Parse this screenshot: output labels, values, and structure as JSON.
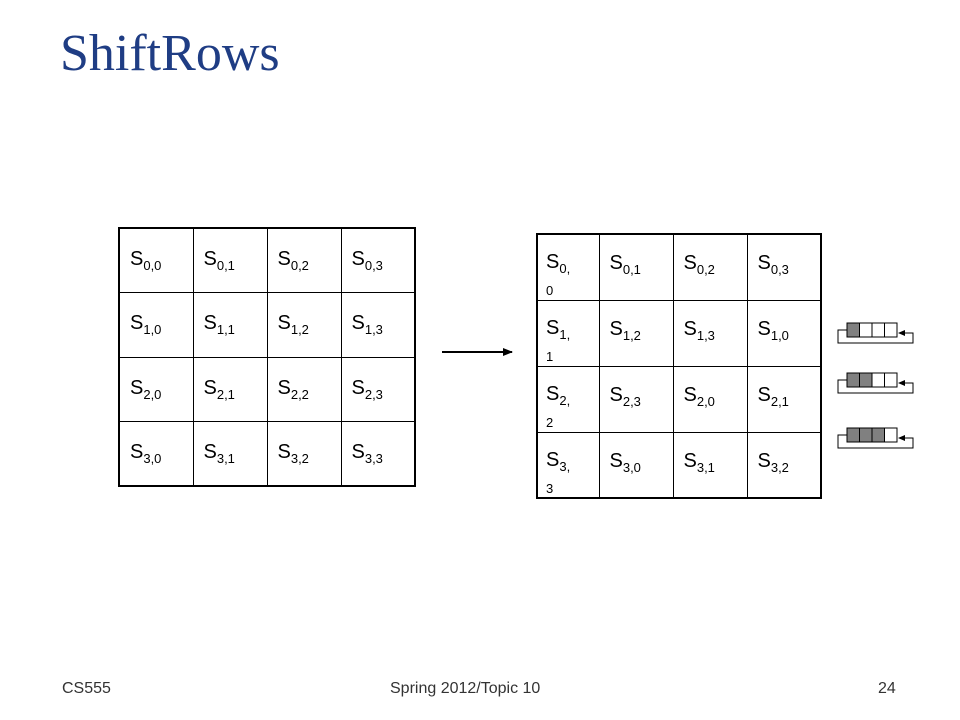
{
  "slide": {
    "title": "ShiftRows",
    "footer_left": "CS555",
    "footer_center": "Spring 2012/Topic 10",
    "footer_right": "24"
  },
  "state_before": {
    "rows": [
      [
        {
          "s": "S",
          "sub": "0,0"
        },
        {
          "s": "S",
          "sub": "0,1"
        },
        {
          "s": "S",
          "sub": "0,2"
        },
        {
          "s": "S",
          "sub": "0,3"
        }
      ],
      [
        {
          "s": "S",
          "sub": "1,0"
        },
        {
          "s": "S",
          "sub": "1,1"
        },
        {
          "s": "S",
          "sub": "1,2"
        },
        {
          "s": "S",
          "sub": "1,3"
        }
      ],
      [
        {
          "s": "S",
          "sub": "2,0"
        },
        {
          "s": "S",
          "sub": "2,1"
        },
        {
          "s": "S",
          "sub": "2,2"
        },
        {
          "s": "S",
          "sub": "2,3"
        }
      ],
      [
        {
          "s": "S",
          "sub": "3,0"
        },
        {
          "s": "S",
          "sub": "3,1"
        },
        {
          "s": "S",
          "sub": "3,2"
        },
        {
          "s": "S",
          "sub": "3,3"
        }
      ]
    ]
  },
  "state_after": {
    "rows": [
      [
        {
          "s": "S",
          "sub": "0,",
          "sub2": "0"
        },
        {
          "s": "S",
          "sub": "0,1"
        },
        {
          "s": "S",
          "sub": "0,2"
        },
        {
          "s": "S",
          "sub": "0,3"
        }
      ],
      [
        {
          "s": "S",
          "sub": "1,",
          "sub2": "1"
        },
        {
          "s": "S",
          "sub": "1,2"
        },
        {
          "s": "S",
          "sub": "1,3"
        },
        {
          "s": "S",
          "sub": "1,0"
        }
      ],
      [
        {
          "s": "S",
          "sub": "2,",
          "sub2": "2"
        },
        {
          "s": "S",
          "sub": "2,3"
        },
        {
          "s": "S",
          "sub": "2,0"
        },
        {
          "s": "S",
          "sub": "2,1"
        }
      ],
      [
        {
          "s": "S",
          "sub": "3,",
          "sub2": "3"
        },
        {
          "s": "S",
          "sub": "3,0"
        },
        {
          "s": "S",
          "sub": "3,1"
        },
        {
          "s": "S",
          "sub": "3,2"
        }
      ]
    ]
  },
  "shift_indicators": [
    {
      "row": 1,
      "shift": 1
    },
    {
      "row": 2,
      "shift": 2
    },
    {
      "row": 3,
      "shift": 3
    }
  ],
  "colors": {
    "title": "#1f3d84",
    "shaded_cell": "#808080",
    "line": "#000000"
  }
}
